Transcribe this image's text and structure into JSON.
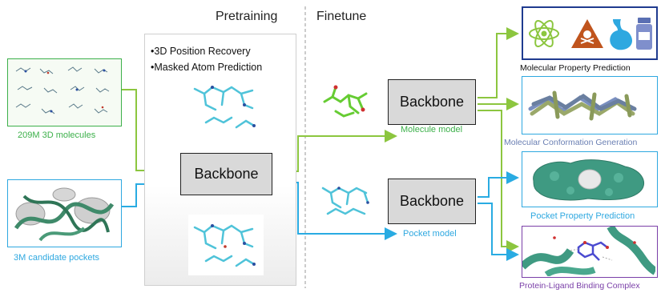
{
  "stages": {
    "pretraining": "Pretraining",
    "finetune": "Finetune"
  },
  "pretraining_tasks": [
    "3D Position Recovery",
    "Masked Atom Prediction"
  ],
  "inputs": {
    "molecules": "209M 3D molecules",
    "pockets": "3M candidate pockets"
  },
  "backbone_label": "Backbone",
  "models": {
    "molecule": "Molecule model",
    "pocket": "Pocket model"
  },
  "tasks": {
    "mol_property": "Molecular Property Prediction",
    "mol_conformation": "Molecular Conformation Generation",
    "pocket_property": "Pocket Property Prediction",
    "binding": "Protein-Ligand Binding Complex"
  },
  "colors": {
    "green": "#8cc63f",
    "blue": "#29abe2",
    "dark_blue_border": "#1f3b8f",
    "purple": "#7a3fa8"
  }
}
